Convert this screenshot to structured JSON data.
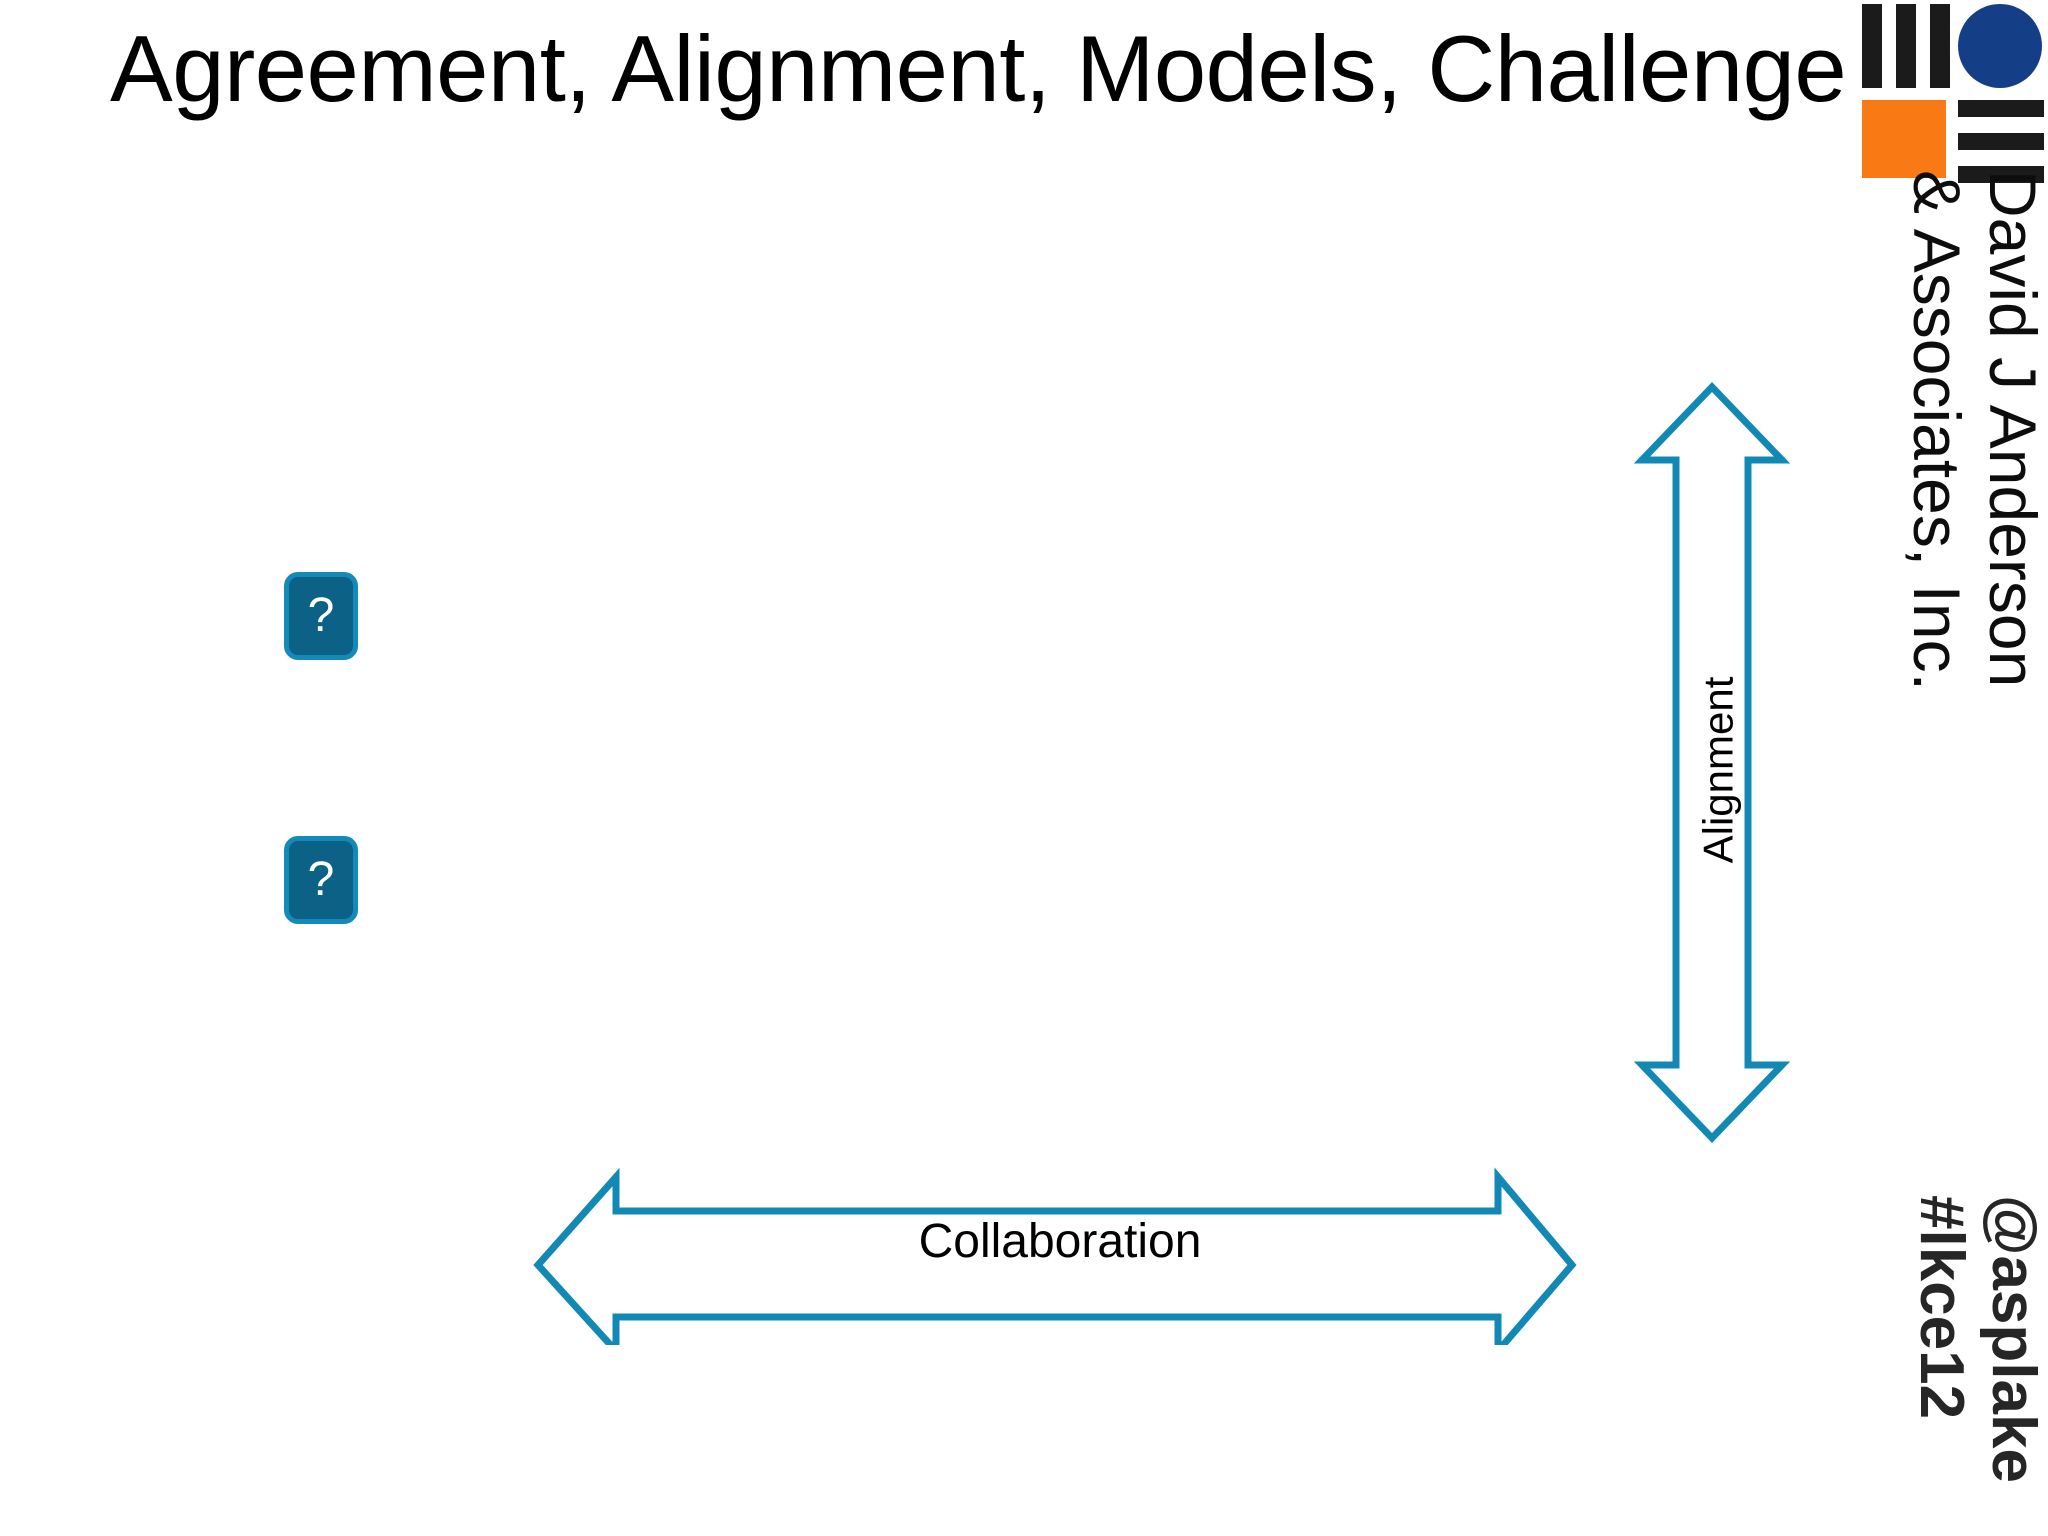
{
  "slide": {
    "title": "Agreement, Alignment, Models, Challenge",
    "background_color": "#ffffff"
  },
  "logo": {
    "circle_color": "#143f86",
    "square_color": "#f97a14",
    "bar_color": "#1b1b1b",
    "icon_names": [
      "three-vertical-bars-icon",
      "filled-circle-icon",
      "orange-square-icon",
      "three-horizontal-bars-icon"
    ]
  },
  "brand": {
    "line1": "David J Anderson",
    "line2": "& Associates, Inc."
  },
  "social": {
    "handle": "@asplake",
    "hashtag": "#lkce12"
  },
  "question_boxes": [
    {
      "label": "?",
      "fill": "#0c6186",
      "border": "#138ab8"
    },
    {
      "label": "?",
      "fill": "#0c6186",
      "border": "#138ab8"
    }
  ],
  "arrows": {
    "vertical": {
      "label": "Alignment",
      "stroke_color": "#1289b5",
      "direction": "double-headed-vertical"
    },
    "horizontal": {
      "label": "Collaboration",
      "stroke_color": "#1289b5",
      "direction": "double-headed-horizontal"
    }
  }
}
